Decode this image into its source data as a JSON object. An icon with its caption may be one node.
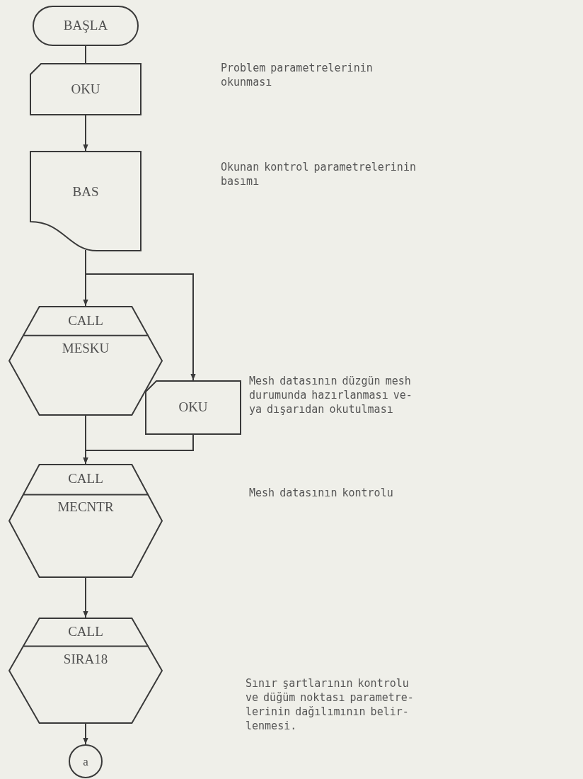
{
  "diagram": {
    "nodes": [
      {
        "text": [
          "BAŞLA"
        ]
      },
      {
        "text": [
          "OKU"
        ]
      },
      {
        "text": [
          "BAS"
        ]
      },
      {
        "text": [
          "CALL",
          "MESKU"
        ]
      },
      {
        "text": [
          "OKU"
        ]
      },
      {
        "text": [
          "CALL",
          "MECNTR"
        ]
      },
      {
        "text": [
          "CALL",
          "SIRA18"
        ]
      },
      {
        "text": [
          "a"
        ]
      }
    ],
    "edges": [
      {
        "from": 0,
        "to": 1,
        "arrow": "none"
      },
      {
        "from": 1,
        "to": 2,
        "arrow": "to"
      },
      {
        "from": 2,
        "to": 3,
        "arrow": "to"
      },
      {
        "from": 2,
        "to": 4,
        "arrow": "to"
      },
      {
        "from": 3,
        "to": 5,
        "arrow": "to"
      },
      {
        "from": 4,
        "to": 5,
        "arrow": "to"
      },
      {
        "from": 5,
        "to": 6,
        "arrow": "to"
      },
      {
        "from": 6,
        "to": 7,
        "arrow": "to"
      }
    ],
    "labels": [
      "Problem parametrelerinin okunması",
      "Okunan kontrol parametrelerinin basımı",
      "Mesh datasının düzgün mesh durumunda hazırlanması ve-ya dışarıdan okutulması",
      "Mesh datasının kontrolu",
      "Sınır şartlarının kontrolu ve düğüm noktası parametre-lerinin dağılımının belir-lenmesi."
    ]
  }
}
